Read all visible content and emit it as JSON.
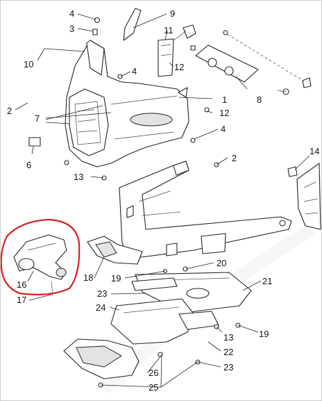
{
  "diagram": {
    "callouts": {
      "c1": "1",
      "c2a": "2",
      "c2b": "2",
      "c3": "3",
      "c4a": "4",
      "c4b": "4",
      "c4c": "4",
      "c6": "6",
      "c7": "7",
      "c8": "8",
      "c9": "9",
      "c10": "10",
      "c11": "11",
      "c12a": "12",
      "c12b": "12",
      "c13a": "13",
      "c13b": "13",
      "c14": "14",
      "c16": "16",
      "c17": "17",
      "c18": "18",
      "c19a": "19",
      "c19b": "19",
      "c20": "20",
      "c21": "21",
      "c22": "22",
      "c23a": "23",
      "c23b": "23",
      "c24": "24",
      "c25": "25",
      "c26": "26"
    },
    "highlight_color": "#d42020"
  }
}
